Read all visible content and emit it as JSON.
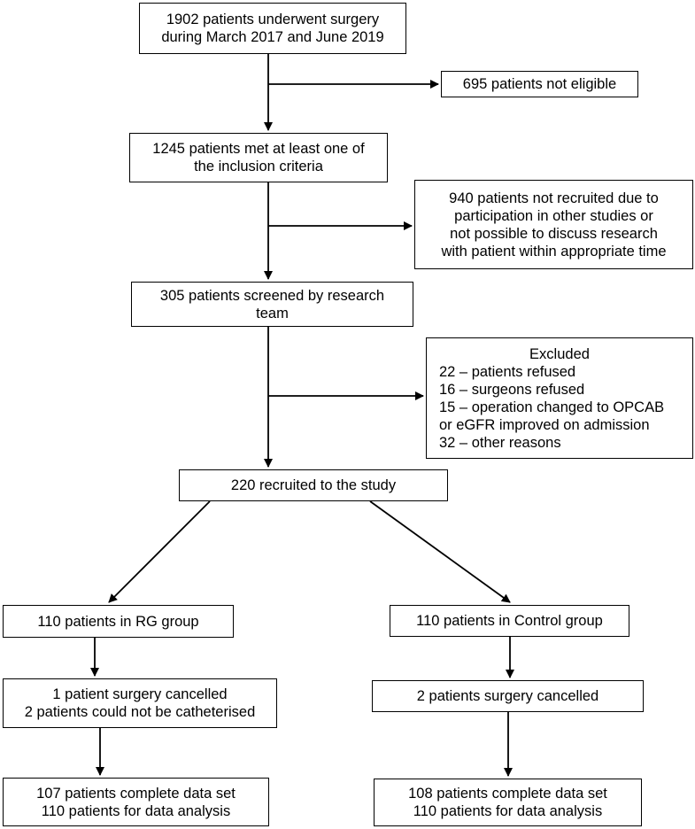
{
  "boxes": {
    "surgery": [
      "1902 patients underwent surgery",
      "during March 2017 and June 2019"
    ],
    "not_eligible": [
      "695 patients not eligible"
    ],
    "met_criteria": [
      "1245 patients met at least one of",
      "the inclusion criteria"
    ],
    "not_recruited": [
      "940 patients not recruited due to",
      "participation in other studies or",
      "not possible to discuss research",
      "with patient within appropriate time"
    ],
    "screened": [
      "305 patients screened by research",
      "team"
    ],
    "excluded": {
      "heading": "Excluded",
      "lines": [
        "22 – patients refused",
        "16 – surgeons refused",
        "15 – operation changed to OPCAB",
        "or eGFR improved on admission",
        "32 – other reasons"
      ]
    },
    "recruited": [
      "220 recruited to the study"
    ],
    "rg_group": [
      "110 patients in RG group"
    ],
    "control_group": [
      "110 patients in Control group"
    ],
    "rg_cancelled": [
      "1 patient surgery cancelled",
      "2 patients could not be catheterised"
    ],
    "control_cancelled": [
      "2 patients surgery cancelled"
    ],
    "rg_complete": [
      "107 patients complete data set",
      "110 patients for data analysis"
    ],
    "control_complete": [
      "108 patients complete data set",
      "110 patients for data analysis"
    ]
  }
}
